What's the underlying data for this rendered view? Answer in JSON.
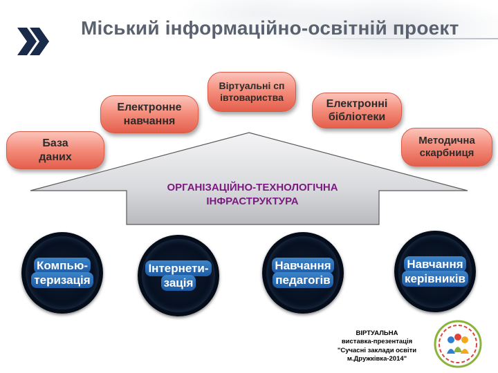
{
  "title": "Міський інформаційно-освітній проект",
  "services": {
    "database": "База даних",
    "e_learning": "Електронне навчання",
    "virtual_communities": "Віртуальні співтовариства",
    "e_libraries": "Електронні бібліотеки",
    "methodical_treasury": "Методична скарбниця"
  },
  "infrastructure": {
    "label": "ОРГАНІЗАЦІЙНО-ТЕХНОЛОГІЧНА ІНФРАСТРУКТУРА"
  },
  "foundations": {
    "computerization": "Компью-теризація",
    "internetization": "Інтернети-зація",
    "teacher_training": "Навчання педагогів",
    "manager_training": "Навчання керівників"
  },
  "footer": {
    "line1": "ВІРТУАЛЬНА",
    "line2": "виставка-презентація",
    "line3": "\"Сучасні заклади освіти",
    "line4": "м.Дружківка-2014\""
  },
  "colors": {
    "title": "#5a6270",
    "pill": "#f08a78",
    "infra_text": "#7a1a7e",
    "circle_label": "#2a6db5",
    "logo_mark": "#1a2a4a"
  },
  "icons": {
    "title_mark": "double-chevron-icon",
    "exhibition_logo": "exhibition-logo"
  }
}
